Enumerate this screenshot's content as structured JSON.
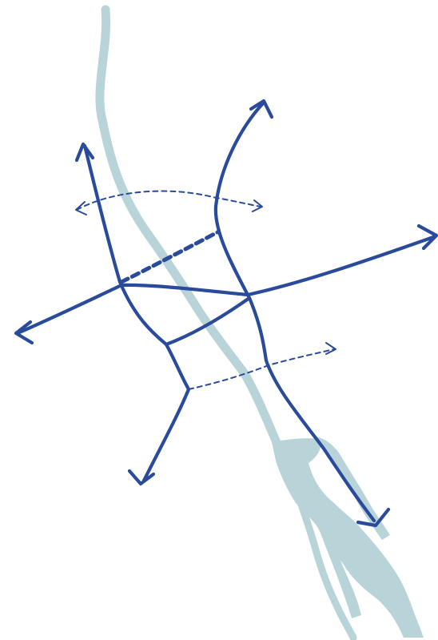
{
  "diagram": {
    "kind": "sketch-map",
    "elements": [
      "river",
      "roads",
      "proposed-crossings",
      "directional-arrows"
    ]
  },
  "colors": {
    "background": "#ffffff",
    "river": "#b9d4d9",
    "road": "#2a4b9b"
  },
  "icons": {
    "arrowhead": "arrowhead-icon",
    "thin_arrowhead": "thin-arrowhead-icon"
  }
}
